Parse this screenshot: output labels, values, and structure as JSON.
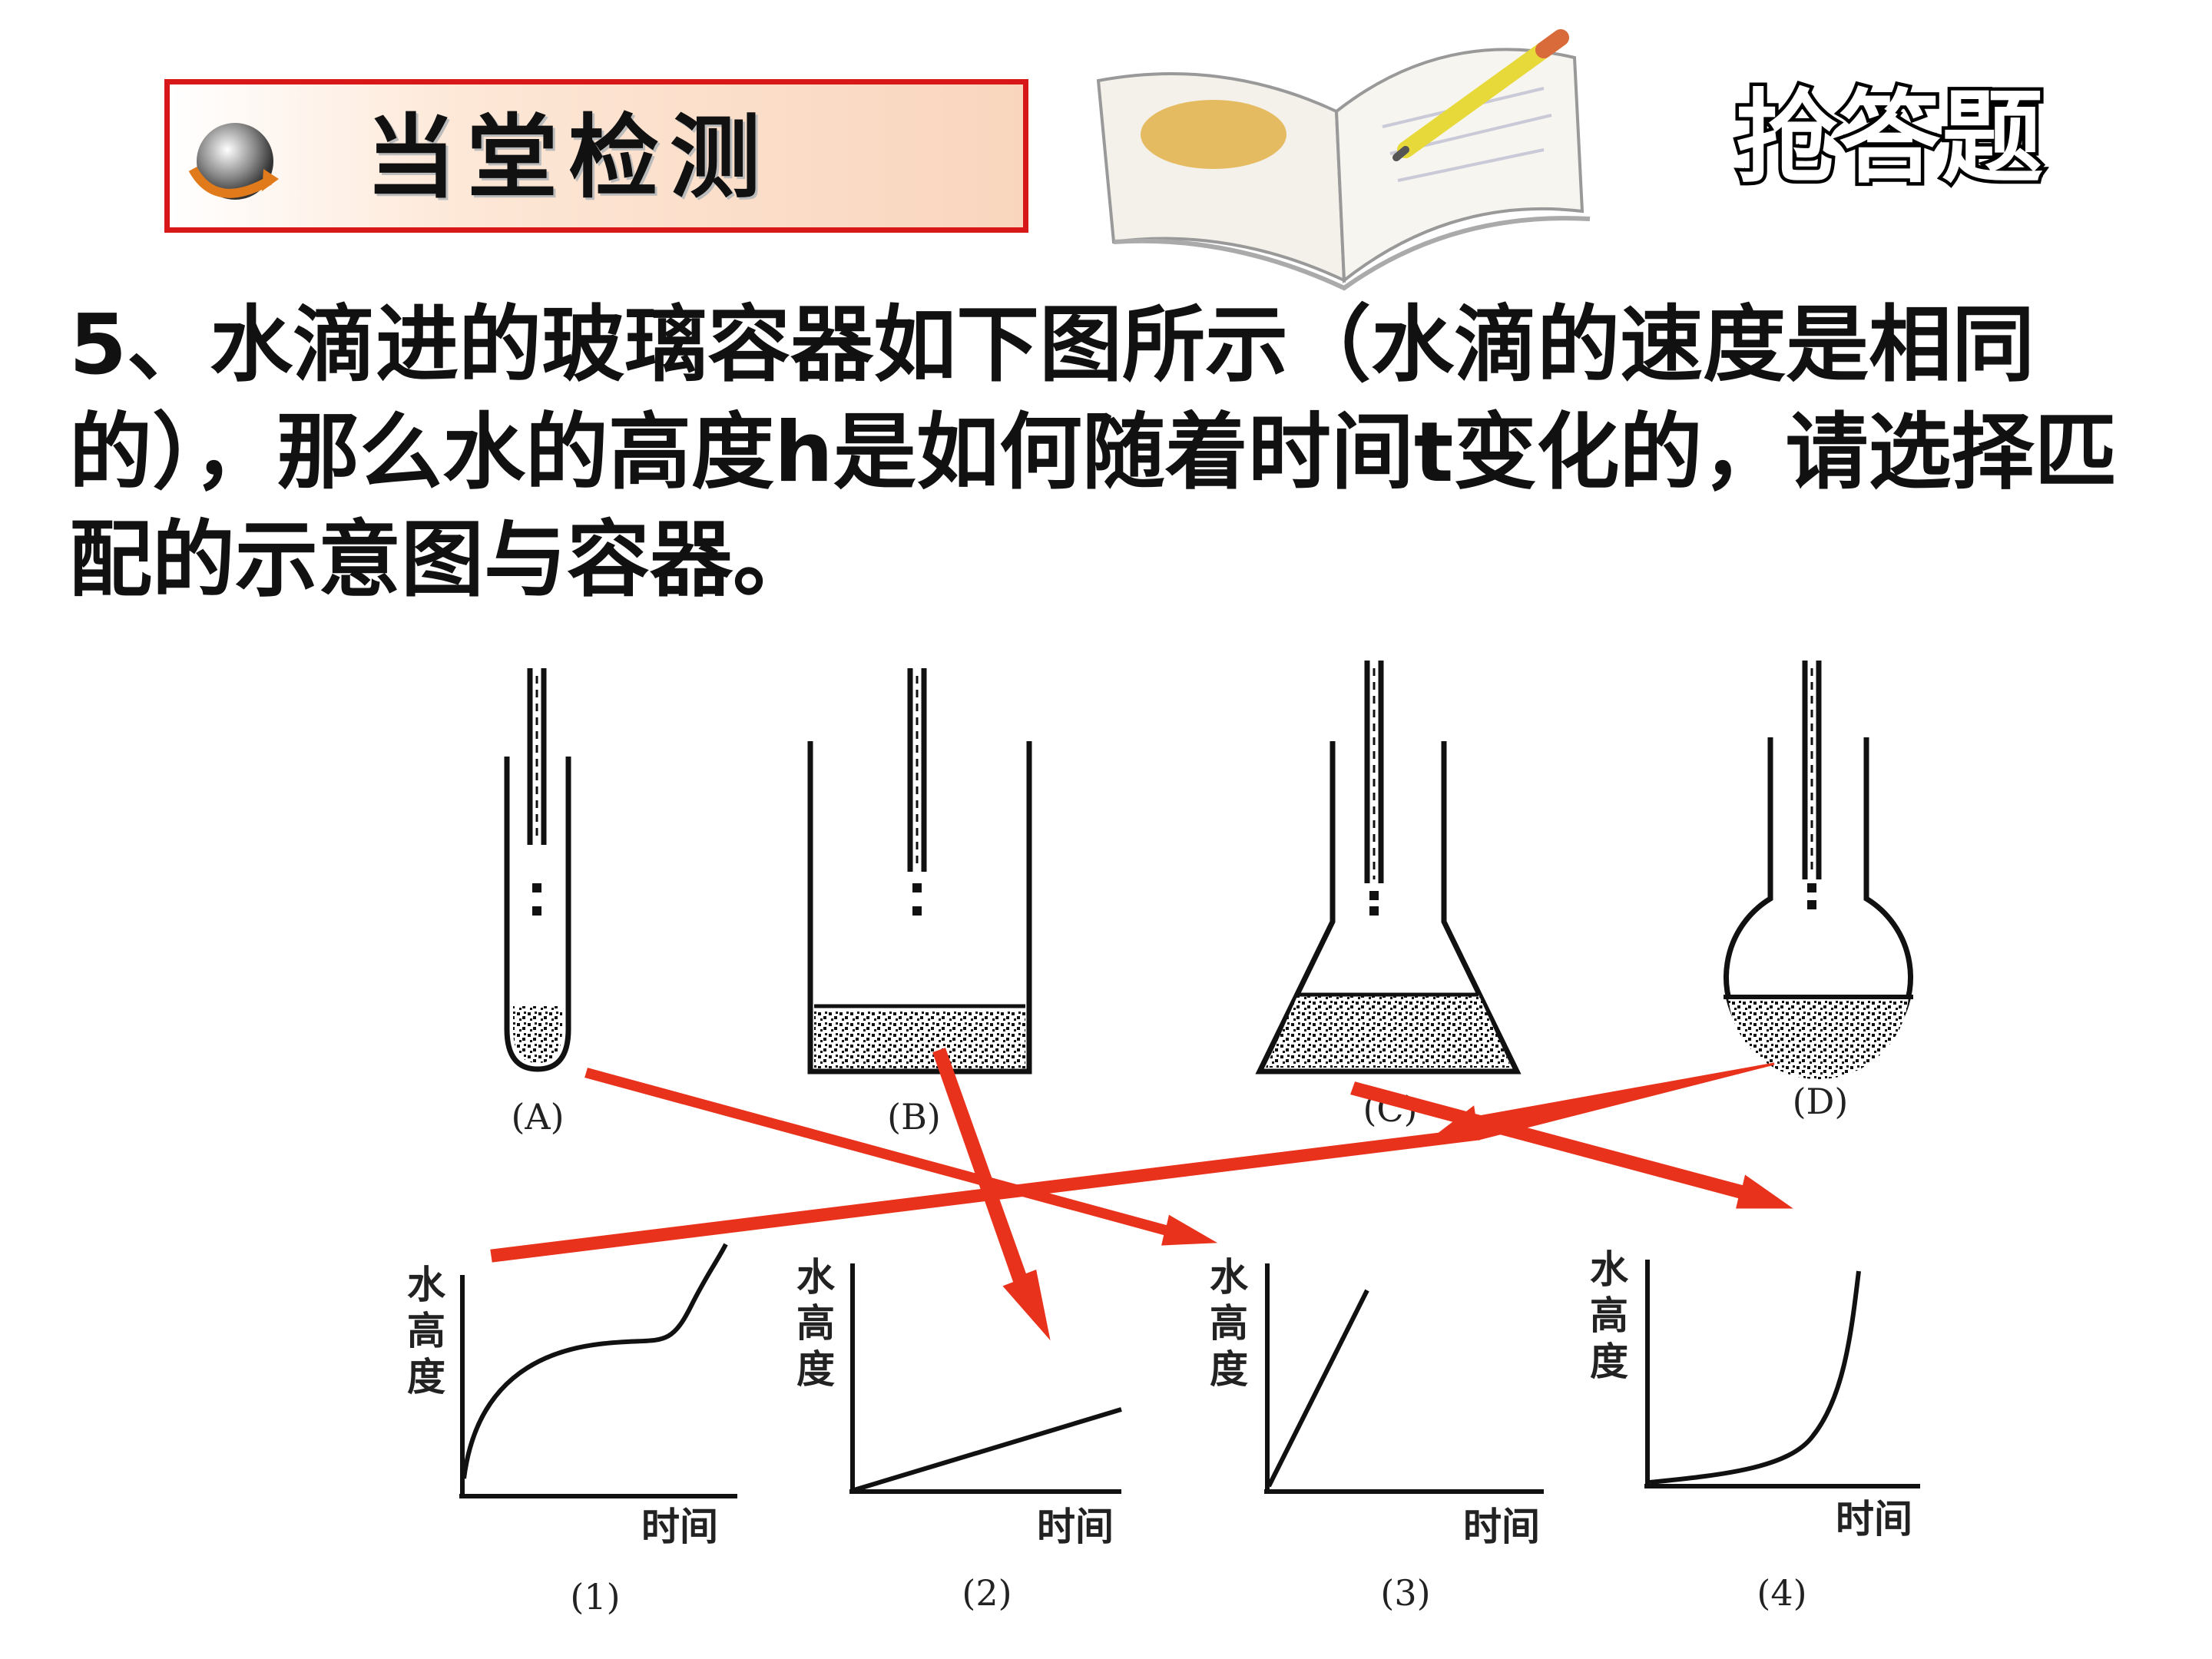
{
  "header": {
    "badge_title": "当堂检测",
    "quick_answer": "抢答题"
  },
  "question": {
    "text": "5、水滴进的玻璃容器如下图所示（水滴的速度是相同的），那么水的高度h是如何随着时间t变化的，请选择匹配的示意图与容器。"
  },
  "containers": [
    {
      "label": "(A)"
    },
    {
      "label": "(B)"
    },
    {
      "label": "(C)"
    },
    {
      "label": "(D)"
    }
  ],
  "graphs": [
    {
      "label": "(1)",
      "ylabel_1": "水",
      "ylabel_2": "高",
      "ylabel_3": "度",
      "xlabel": "时间"
    },
    {
      "label": "(2)",
      "ylabel_1": "水",
      "ylabel_2": "高",
      "ylabel_3": "度",
      "xlabel": "时间"
    },
    {
      "label": "(3)",
      "ylabel_1": "水",
      "ylabel_2": "高",
      "ylabel_3": "度",
      "xlabel": "时间"
    },
    {
      "label": "(4)",
      "ylabel_1": "水",
      "ylabel_2": "高",
      "ylabel_3": "度",
      "xlabel": "时间"
    }
  ],
  "colors": {
    "arrow": "#e8321c",
    "badge_border": "#d81818"
  }
}
